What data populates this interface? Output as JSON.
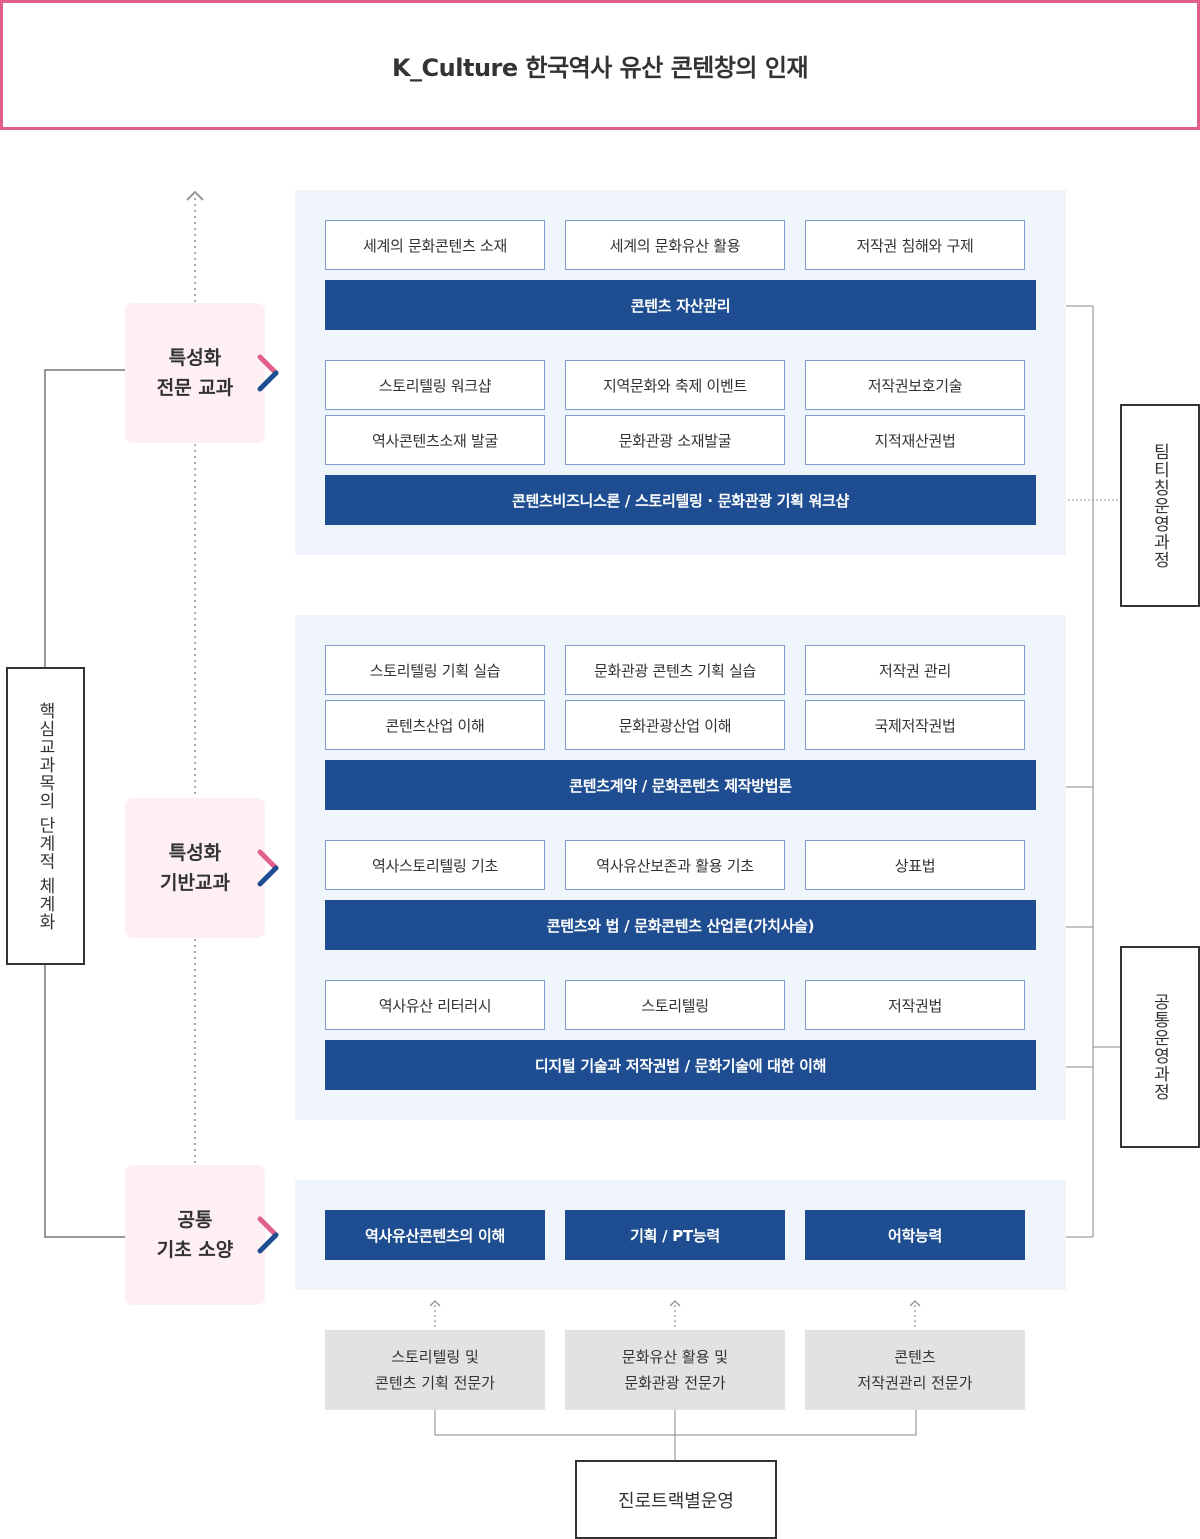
{
  "title": "K_Culture 한국역사 유산 콘텐창의 인재",
  "left_label": "핵심교과목의 단계적 체계화",
  "levels": [
    {
      "line1": "특성화",
      "line2": "전문 교과"
    },
    {
      "line1": "특성화",
      "line2": "기반교과"
    },
    {
      "line1": "공통",
      "line2": "기초 소양"
    }
  ],
  "right_labels": {
    "team": "팀티칭운영과정",
    "common": "공통운영과정"
  },
  "specialized": {
    "row1": [
      "세계의 문화콘텐츠 소재",
      "세계의 문화유산 활용",
      "저작권 침해와 구제"
    ],
    "bar1": "콘텐츠 자산관리",
    "row2": [
      "스토리텔링 워크샵",
      "지역문화와 축제 이벤트",
      "저작권보호기술"
    ],
    "row3": [
      "역사콘텐츠소재 발굴",
      "문화관광 소재발굴",
      "지적재산권법"
    ],
    "bar2": "콘텐츠비즈니스론 / 스토리텔링 · 문화관광 기획 워크샵"
  },
  "foundation": {
    "row1": [
      "스토리텔링 기획 실습",
      "문화관광 콘텐츠 기획 실습",
      "저작권 관리"
    ],
    "row2": [
      "콘텐츠산업 이해",
      "문화관광산업 이해",
      "국제저작권법"
    ],
    "bar1": "콘텐츠계약 / 문화콘텐츠 제작방법론",
    "row3": [
      "역사스토리텔링 기초",
      "역사유산보존과 활용 기초",
      "상표법"
    ],
    "bar2": "콘텐츠와 법 / 문화콘텐츠 산업론(가치사슬)",
    "row4": [
      "역사유산 리터러시",
      "스토리텔링",
      "저작권법"
    ],
    "bar3": "디지털 기술과 저작권법 / 문화기술에 대한 이해"
  },
  "common": [
    "역사유산콘텐츠의 이해",
    "기획 / PT능력",
    "어학능력"
  ],
  "careers": [
    {
      "line1": "스토리텔링 및",
      "line2": "콘텐츠 기획 전문가"
    },
    {
      "line1": "문화유산 활용 및",
      "line2": "문화관광 전문가"
    },
    {
      "line1": "콘텐츠",
      "line2": "저작권관리 전문가"
    }
  ],
  "track": "진로트랙별운영",
  "colors": {
    "title_border": "#e0608a",
    "bar_blue": "#1e4e91",
    "panel_bg": "#f0f5fc",
    "level_bg": "#fdeff2",
    "career_bg": "#e2e2e2",
    "chevron_pink": "#e0608a",
    "chevron_blue": "#1e4e91"
  },
  "icons": [
    "chevron-right-icon",
    "arrow-up-icon"
  ]
}
